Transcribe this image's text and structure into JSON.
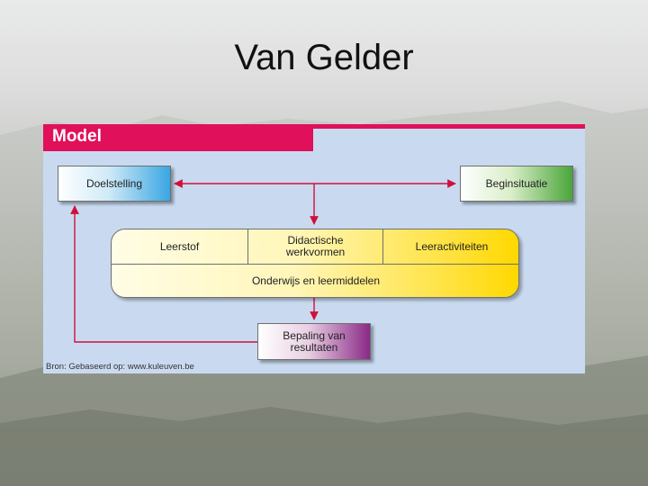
{
  "slide": {
    "title": "Van Gelder"
  },
  "figure": {
    "header": "Model",
    "boxes": {
      "doelstelling": "Doelstelling",
      "beginsituatie": "Beginsituatie",
      "leerstof": "Leerstof",
      "didactische_line1": "Didactische",
      "didactische_line2": "werkvormen",
      "leeractiviteiten": "Leeractiviteiten",
      "onderwijs": "Onderwijs en leermiddelen",
      "bepaling_line1": "Bepaling van",
      "bepaling_line2": "resultaten"
    },
    "source": "Bron: Gebaseerd op: www.kuleuven.be"
  },
  "colors": {
    "header": "#e0105a",
    "arrow": "#d0103a",
    "panel": "#c9daf0",
    "doelstelling": "#3aa6e2",
    "beginsituatie": "#4aa53a",
    "bepaling": "#8a2a86",
    "center": "#ffd800"
  }
}
